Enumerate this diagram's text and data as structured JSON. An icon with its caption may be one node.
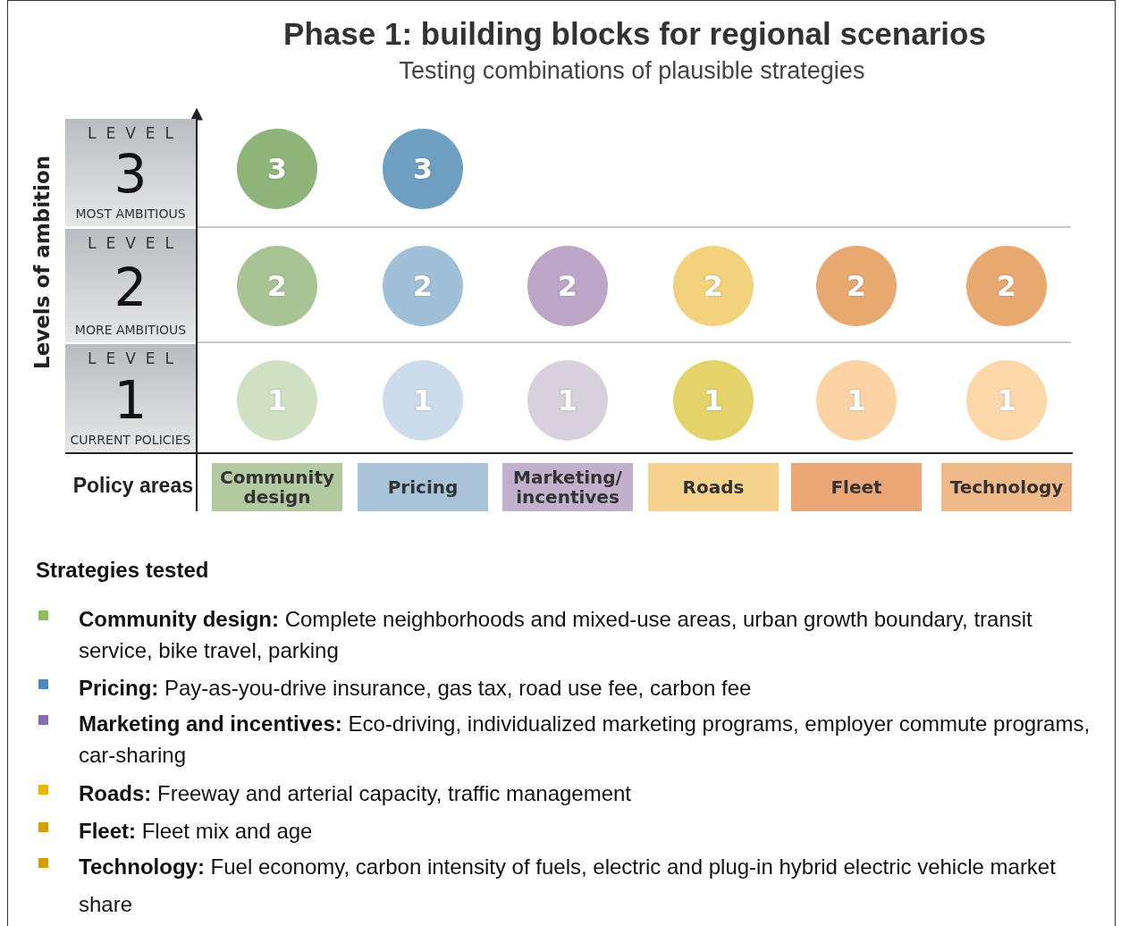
{
  "diagram": {
    "title": "Phase 1: building blocks for regional scenarios",
    "nodes": [
      {
        "text": [
          "LEVEL",
          "3",
          "MOST AMBITIOUS"
        ]
      },
      {
        "text": [
          "3"
        ]
      },
      {
        "text": [
          "3"
        ]
      },
      {
        "text": [
          "LEVEL",
          "2",
          "MORE AMBITIOUS"
        ]
      },
      {
        "text": [
          "2"
        ]
      },
      {
        "text": [
          "2"
        ]
      },
      {
        "text": [
          "2"
        ]
      },
      {
        "text": [
          "2"
        ]
      },
      {
        "text": [
          "2"
        ]
      },
      {
        "text": [
          "2"
        ]
      },
      {
        "text": [
          "LEVEL",
          "1",
          "CURRENT POLICIES"
        ]
      },
      {
        "text": [
          "1"
        ]
      },
      {
        "text": [
          "1"
        ]
      },
      {
        "text": [
          "1"
        ]
      },
      {
        "text": [
          "1"
        ]
      },
      {
        "text": [
          "1"
        ]
      },
      {
        "text": [
          "1"
        ]
      },
      {
        "text": [
          "Community design"
        ]
      },
      {
        "text": [
          "Pricing"
        ]
      },
      {
        "text": [
          "Marketing/ incentives"
        ]
      },
      {
        "text": [
          "Roads"
        ]
      },
      {
        "text": [
          "Fleet"
        ]
      },
      {
        "text": [
          "Technology"
        ]
      }
    ],
    "labels": [
      "Testing combinations of plausible strategies",
      "Levels of ambition",
      "Policy areas",
      "Strategies tested"
    ],
    "legend": [
      {
        "text": "**Community design:** Complete neighborhoods and mixed-use areas, urban growth boundary, transit service, bike travel, parking",
        "color": "#8fbc5a"
      },
      {
        "text": "**Pricing:** Pay-as-you-drive insurance, gas tax, road use fee, carbon fee",
        "color": "#4a86c5"
      },
      {
        "text": "**Marketing and incentives:** Eco-driving, individualized marketing programs, employer commute programs, car-sharing",
        "color": "#8a6bb0"
      },
      {
        "text": "**Roads:** Freeway and arterial capacity, traffic management",
        "color": "#f0b400"
      },
      {
        "text": "**Fleet:** Fleet mix and age",
        "color": "#d6a000"
      },
      {
        "text": "**Technology:** Fuel economy, carbon intensity of fuels, electric and plug-in hybrid electric vehicle market share",
        "color": "#d6a000"
      }
    ]
  }
}
